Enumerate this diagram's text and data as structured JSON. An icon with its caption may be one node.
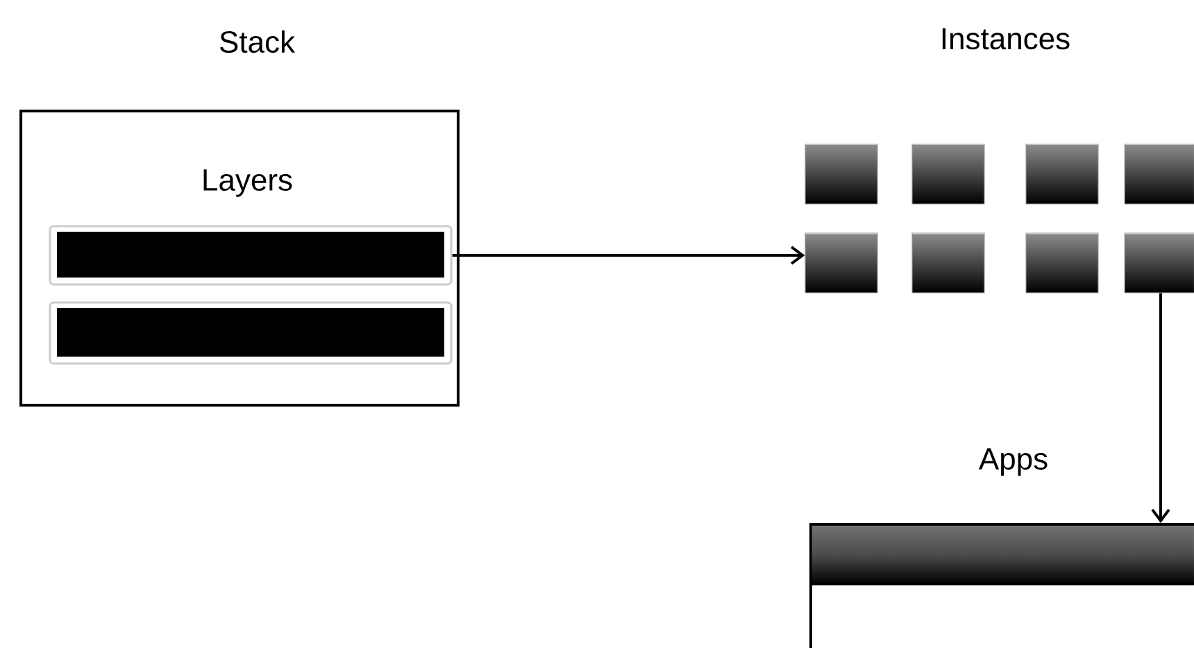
{
  "diagram": {
    "nodes": [
      {
        "text": [
          "Stack",
          "Layers"
        ]
      },
      {
        "text": [],
        "shape": "bar",
        "in": 0
      },
      {
        "text": [],
        "shape": "bar",
        "in": 0
      },
      {
        "text": [],
        "shape": "box"
      },
      {
        "text": [],
        "shape": "box"
      },
      {
        "text": [],
        "shape": "box"
      },
      {
        "text": [],
        "shape": "box"
      },
      {
        "text": [],
        "shape": "box"
      },
      {
        "text": [],
        "shape": "box"
      },
      {
        "text": [],
        "shape": "box"
      },
      {
        "text": [],
        "shape": "box"
      },
      {
        "text": [
          "Apps"
        ]
      },
      {
        "text": [],
        "shape": "bar",
        "in": 11
      }
    ],
    "edges": [
      {
        "from": 1,
        "to": 7,
        "arrow": "to"
      },
      {
        "from": 10,
        "to": 11,
        "arrow": "to"
      }
    ],
    "labels": [
      "Instances"
    ]
  }
}
